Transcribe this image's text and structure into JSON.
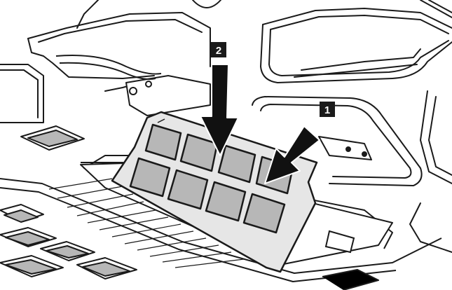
{
  "diagram": {
    "steps": [
      {
        "number": "1",
        "action": "insert-angled",
        "label": "1"
      },
      {
        "number": "2",
        "action": "press-down",
        "label": "2"
      }
    ],
    "colors": {
      "line": "#1a1a1a",
      "chip_fill": "#b7b7b7",
      "module_fill": "#e6e6e6",
      "board_fill": "#ffffff",
      "arrow_fill": "#111111",
      "label_bg": "#1a1a1a",
      "label_text": "#ffffff"
    },
    "module_chips": 8
  }
}
